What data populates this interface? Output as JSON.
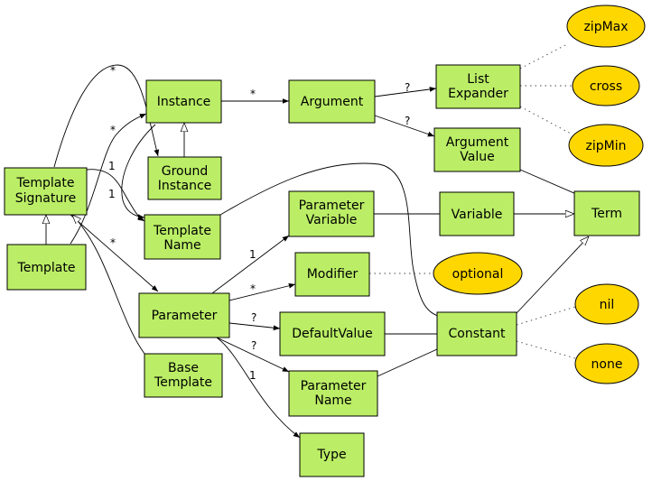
{
  "colors": {
    "class_fill": "#bbee66",
    "value_fill": "#ffd700",
    "stroke": "#000000"
  },
  "nodes": {
    "template_signature": [
      "Template",
      "Signature"
    ],
    "template": [
      "Template"
    ],
    "instance": [
      "Instance"
    ],
    "ground_instance": [
      "Ground",
      "Instance"
    ],
    "template_name": [
      "Template",
      "Name"
    ],
    "argument": [
      "Argument"
    ],
    "list_expander": [
      "List",
      "Expander"
    ],
    "argument_value": [
      "Argument",
      "Value"
    ],
    "parameter_variable": [
      "Parameter",
      "Variable"
    ],
    "variable": [
      "Variable"
    ],
    "term": [
      "Term"
    ],
    "modifier": [
      "Modifier"
    ],
    "parameter": [
      "Parameter"
    ],
    "default_value": [
      "DefaultValue"
    ],
    "constant": [
      "Constant"
    ],
    "base_template": [
      "Base",
      "Template"
    ],
    "parameter_name": [
      "Parameter",
      "Name"
    ],
    "type": [
      "Type"
    ],
    "zipmax": [
      "zipMax"
    ],
    "cross": [
      "cross"
    ],
    "zipmin": [
      "zipMin"
    ],
    "optional": [
      "optional"
    ],
    "nil": [
      "nil"
    ],
    "none": [
      "none"
    ]
  },
  "edge_labels": {
    "sig_to_ground": "*",
    "template_to_instance": "*",
    "sig_to_name_upper": "1",
    "instance_to_name": "1",
    "sig_to_parameter": "*",
    "instance_to_argument": "*",
    "argument_to_listexp": "?",
    "argument_to_argvalue": "?",
    "parameter_to_paramvar": "1",
    "parameter_to_modifier": "*",
    "parameter_to_default": "?",
    "parameter_to_paramname": "?",
    "parameter_to_type": "1"
  }
}
